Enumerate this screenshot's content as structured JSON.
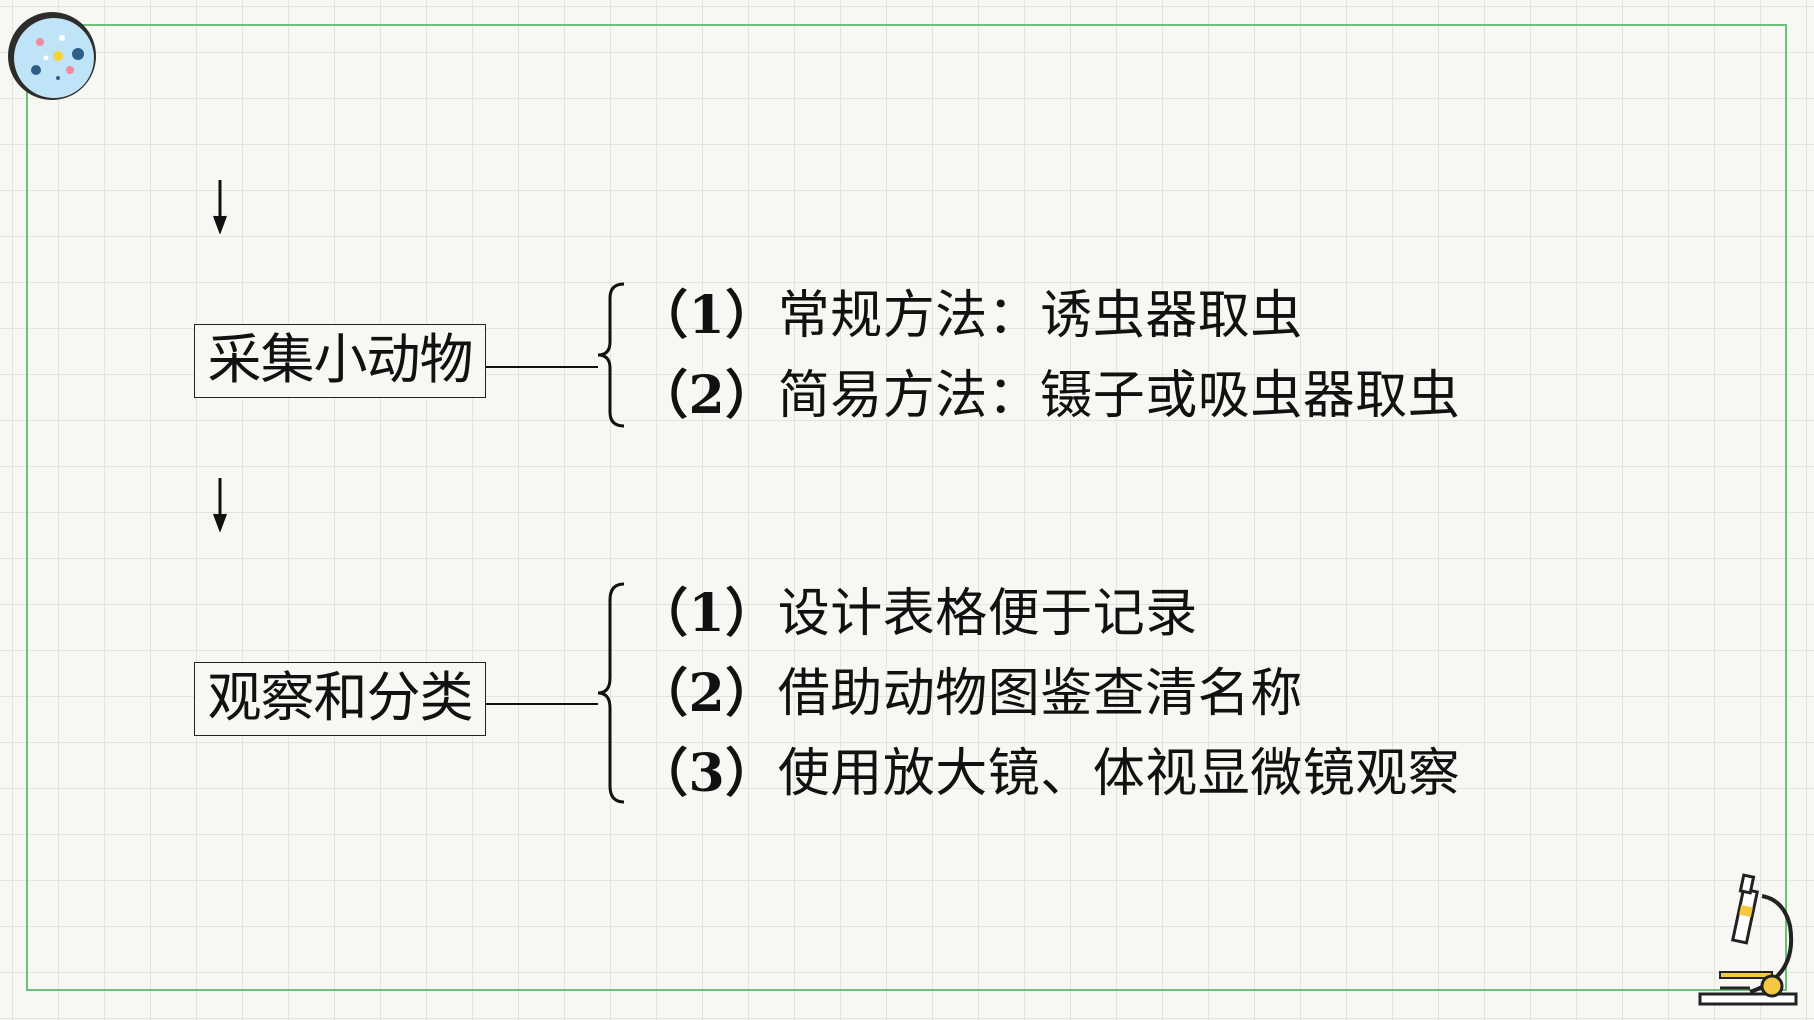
{
  "groups": [
    {
      "label": "采集小动物",
      "items": [
        {
          "num": "（1）",
          "text": "常规方法：诱虫器取虫"
        },
        {
          "num": "（2）",
          "text": "简易方法：镊子或吸虫器取虫"
        }
      ]
    },
    {
      "label": "观察和分类",
      "items": [
        {
          "num": "（1）",
          "text": "设计表格便于记录"
        },
        {
          "num": "（2）",
          "text": "借助动物图鉴查清名称"
        },
        {
          "num": "（3）",
          "text": "使用放大镜、体视显微镜观察"
        }
      ]
    }
  ],
  "colors": {
    "frame": "#6cc07a",
    "grid": "#e4e4dd",
    "background": "#f7f7f3",
    "text": "#111111"
  },
  "icons": {
    "top_left": "bubbles-badge-icon",
    "bottom_right": "microscope-icon"
  }
}
